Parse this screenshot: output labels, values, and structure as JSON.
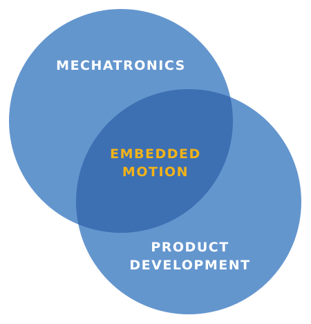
{
  "venn": {
    "left_circle_label": "MECHATRONICS",
    "right_circle_label_line1": "PRODUCT",
    "right_circle_label_line2": "DEVELOPMENT",
    "intersection_label_line1": "EMBEDDED",
    "intersection_label_line2": "MOTION"
  },
  "colors": {
    "circle_fill": "#6496ce",
    "intersection_fill": "#3d6fb3",
    "label_white": "#ffffff",
    "label_gold": "#f2b318"
  }
}
